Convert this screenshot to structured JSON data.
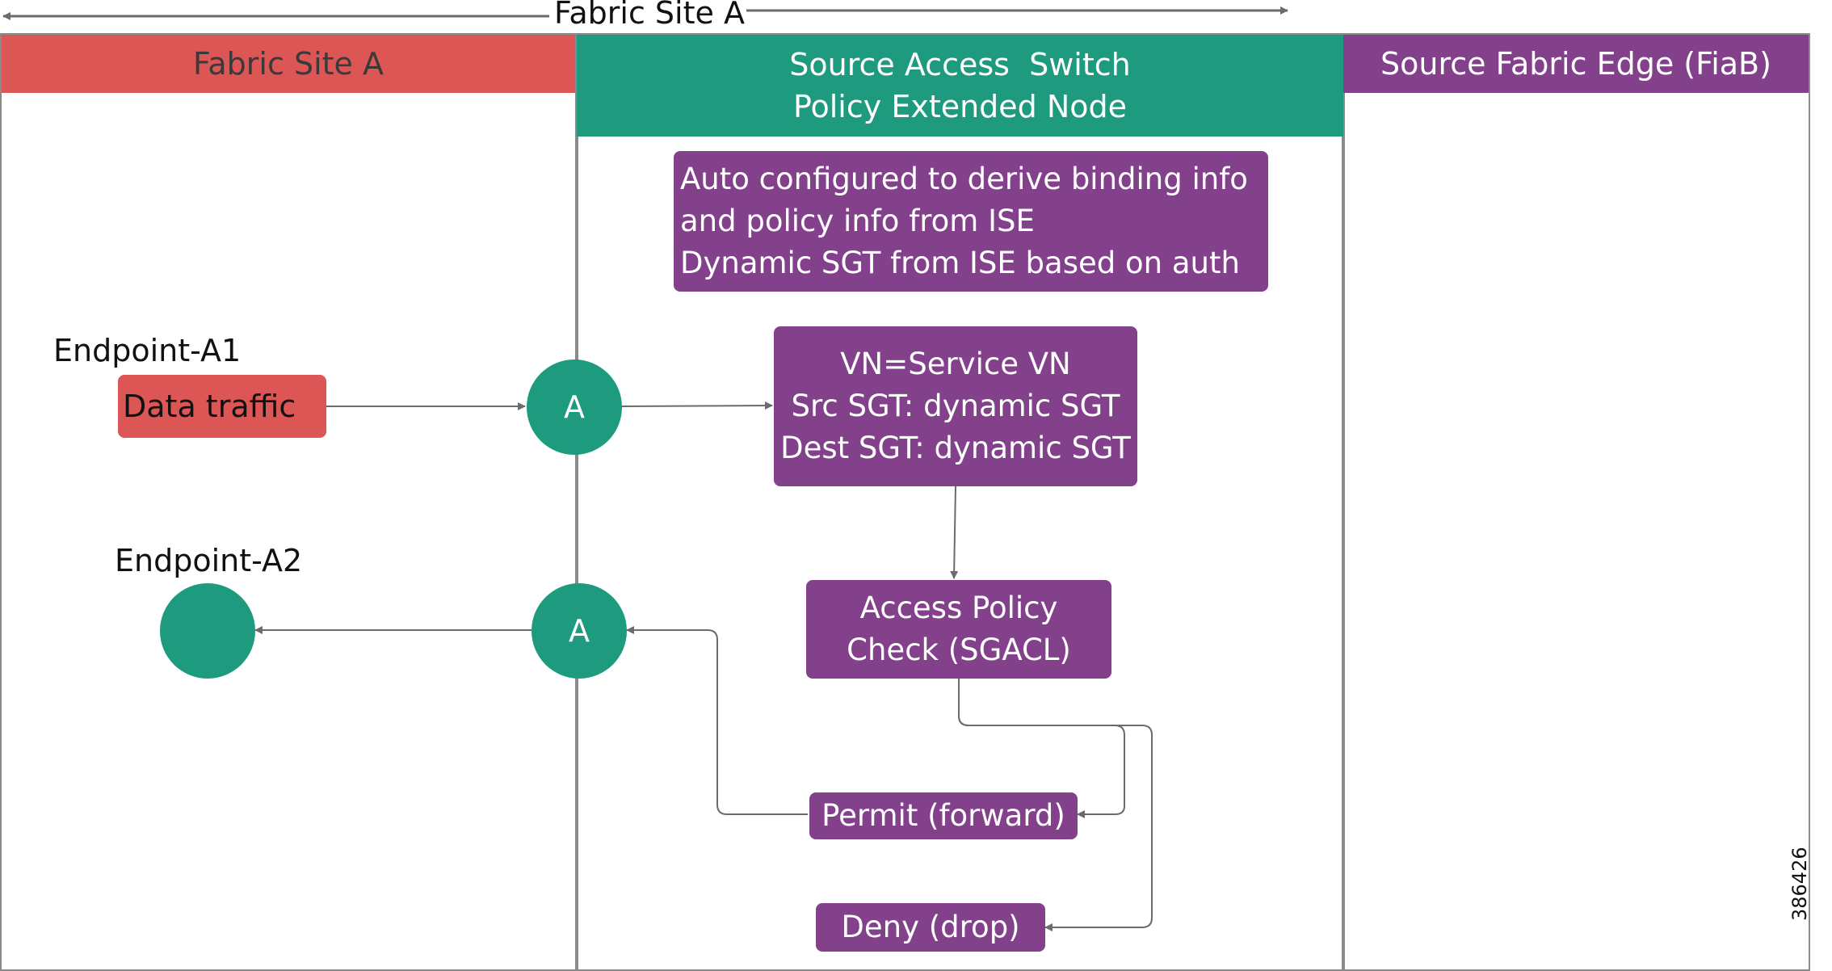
{
  "top_span": {
    "label": "Fabric Site A"
  },
  "lanes": [
    {
      "id": "fabric-site",
      "title": "Fabric Site A",
      "color": "#dc5656",
      "text_color": "#3a3a3a"
    },
    {
      "id": "access-switch",
      "title_line1": "Source Access  Switch",
      "title_line2": "Policy Extended Node",
      "color": "#1e9a7f"
    },
    {
      "id": "fabric-edge",
      "title": "Source Fabric Edge (FiaB)",
      "color": "#83418c"
    }
  ],
  "endpoints": {
    "a1": {
      "label": "Endpoint-A1",
      "traffic": "Data traffic"
    },
    "a2": {
      "label": "Endpoint-A2"
    }
  },
  "nodes": {
    "upper": "A",
    "lower": "A"
  },
  "boxes": {
    "auto_config": [
      "Auto configured to derive binding info",
      "and policy info from ISE",
      "Dynamic SGT from ISE based on auth"
    ],
    "vn_info": [
      "VN=Service VN",
      "Src SGT: dynamic SGT",
      "Dest SGT: dynamic SGT"
    ],
    "policy_check": [
      "Access Policy",
      "Check (SGACL)"
    ],
    "permit": "Permit (forward)",
    "deny": "Deny (drop)"
  },
  "figure_id": "386426",
  "colors": {
    "red": "#dc5656",
    "green": "#1e9a7f",
    "purple": "#83418c",
    "line": "#6b6b6b"
  }
}
